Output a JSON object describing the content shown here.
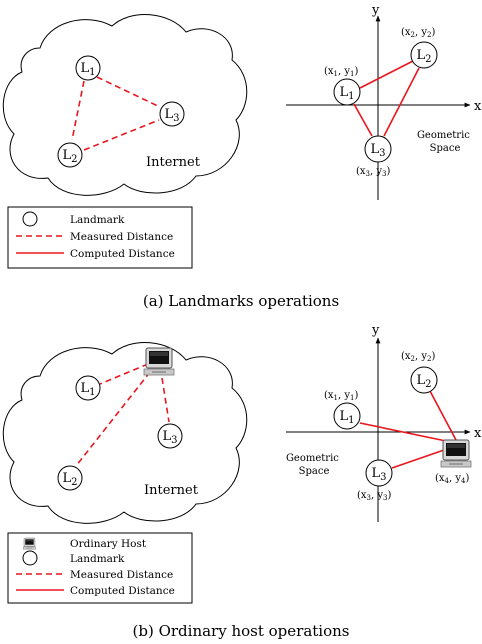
{
  "colors": {
    "line": "#e8161e",
    "ink": "#000000"
  },
  "panel_a": {
    "internet_label": "Internet",
    "landmarks": [
      {
        "base": "L",
        "sub": "1"
      },
      {
        "base": "L",
        "sub": "2"
      },
      {
        "base": "L",
        "sub": "3"
      }
    ],
    "axis": {
      "x": "x",
      "y": "y"
    },
    "geo_points": [
      {
        "base": "L",
        "sub": "1",
        "coord": [
          "(x",
          "1",
          ", y",
          "1",
          ")"
        ]
      },
      {
        "base": "L",
        "sub": "2",
        "coord": [
          "(x",
          "2",
          ", y",
          "2",
          ")"
        ]
      },
      {
        "base": "L",
        "sub": "3",
        "coord": [
          "(x",
          "3",
          ", y",
          "3",
          ")"
        ]
      }
    ],
    "space_label": [
      "Geometric",
      "Space"
    ],
    "legend": {
      "landmark": "Landmark",
      "measured": "Measured Distance",
      "computed": "Computed Distance"
    },
    "caption": "(a) Landmarks operations"
  },
  "panel_b": {
    "internet_label": "Internet",
    "landmarks": [
      {
        "base": "L",
        "sub": "1"
      },
      {
        "base": "L",
        "sub": "2"
      },
      {
        "base": "L",
        "sub": "3"
      }
    ],
    "axis": {
      "x": "x",
      "y": "y"
    },
    "geo_points": [
      {
        "base": "L",
        "sub": "1",
        "coord": [
          "(x",
          "1",
          ", y",
          "1",
          ")"
        ]
      },
      {
        "base": "L",
        "sub": "2",
        "coord": [
          "(x",
          "2",
          ", y",
          "2",
          ")"
        ]
      },
      {
        "base": "L",
        "sub": "3",
        "coord": [
          "(x",
          "3",
          ", y",
          "3",
          ")"
        ]
      }
    ],
    "host_coord": [
      "(x",
      "4",
      ", y",
      "4",
      ")"
    ],
    "space_label": [
      "Geometric",
      "Space"
    ],
    "legend": {
      "host": "Ordinary Host",
      "landmark": "Landmark",
      "measured": "Measured Distance",
      "computed": "Computed Distance"
    },
    "caption": "(b) Ordinary host operations"
  }
}
